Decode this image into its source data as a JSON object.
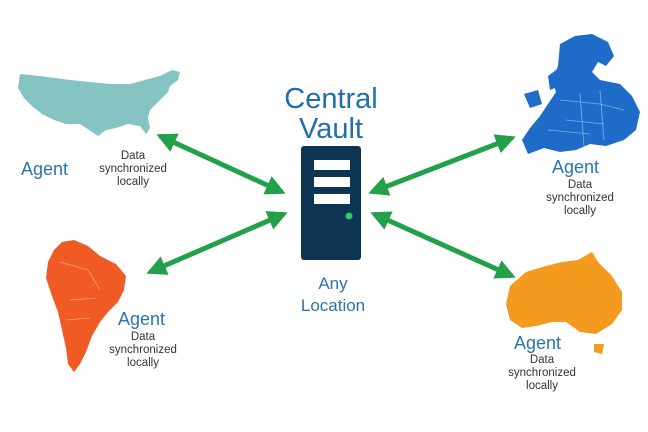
{
  "center": {
    "title_line1": "Central",
    "title_line2": "Vault",
    "location_line1": "Any",
    "location_line2": "Location"
  },
  "agents": [
    {
      "label": "Agent",
      "note_line1": "Data",
      "note_line2": "synchronized",
      "note_line3": "locally"
    },
    {
      "label": "Agent",
      "note_line1": "Data",
      "note_line2": "synchronized",
      "note_line3": "locally"
    },
    {
      "label": "Agent",
      "note_line1": "Data",
      "note_line2": "synchronized",
      "note_line3": "locally"
    },
    {
      "label": "Agent",
      "note_line1": "Data",
      "note_line2": "synchronized",
      "note_line3": "locally"
    }
  ],
  "colors": {
    "usa": "#86c3c3",
    "south_america": "#f05a24",
    "europe": "#1e6cc8",
    "australia": "#f39a1f",
    "arrow": "#23a04a",
    "server": "#0e3454",
    "title_text": "#1f6fab"
  },
  "icons": [
    "usa-map-icon",
    "south-america-map-icon",
    "europe-map-icon",
    "australia-map-icon",
    "server-icon"
  ]
}
